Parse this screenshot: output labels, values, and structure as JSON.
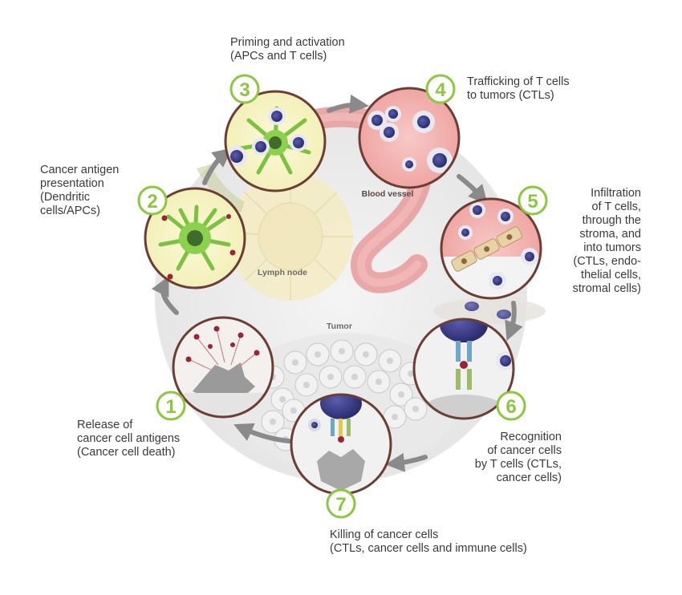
{
  "steps": [
    {
      "number": "1",
      "lines": [
        "Release of",
        "cancer cell antigens",
        "(Cancer cell death)"
      ]
    },
    {
      "number": "2",
      "lines": [
        "Cancer antigen",
        "presentation",
        "(Dendritic",
        "cells/APCs)"
      ]
    },
    {
      "number": "3",
      "lines": [
        "Priming and activation",
        "(APCs and T cells)"
      ]
    },
    {
      "number": "4",
      "lines": [
        "Trafficking of T cells",
        "to tumors (CTLs)"
      ]
    },
    {
      "number": "5",
      "lines": [
        "Infiltration",
        "of T cells,",
        "through the",
        "stroma, and",
        "into tumors",
        "(CTLs,  endo-",
        "thelial cells,",
        "stromal cells)"
      ]
    },
    {
      "number": "6",
      "lines": [
        "Recognition",
        "of cancer cells",
        "by T cells (CTLs,",
        "cancer cells)"
      ]
    },
    {
      "number": "7",
      "lines": [
        "Killing of cancer cells",
        "(CTLs, cancer cells and immune cells)"
      ]
    }
  ],
  "regions": {
    "blood_vessel": "Blood vessel",
    "lymph_node": "Lymph node",
    "tumor": "Tumor"
  },
  "colors": {
    "badge_green": "#8dc63f",
    "circle_border": "#6b3d33",
    "arrow_gray": "#8a8a8a",
    "vessel_pink": "#e89a9a",
    "tcell_purple": "#3d3f8f",
    "dendritic_green": "#7cc242",
    "antigen_red": "#9b2335"
  }
}
